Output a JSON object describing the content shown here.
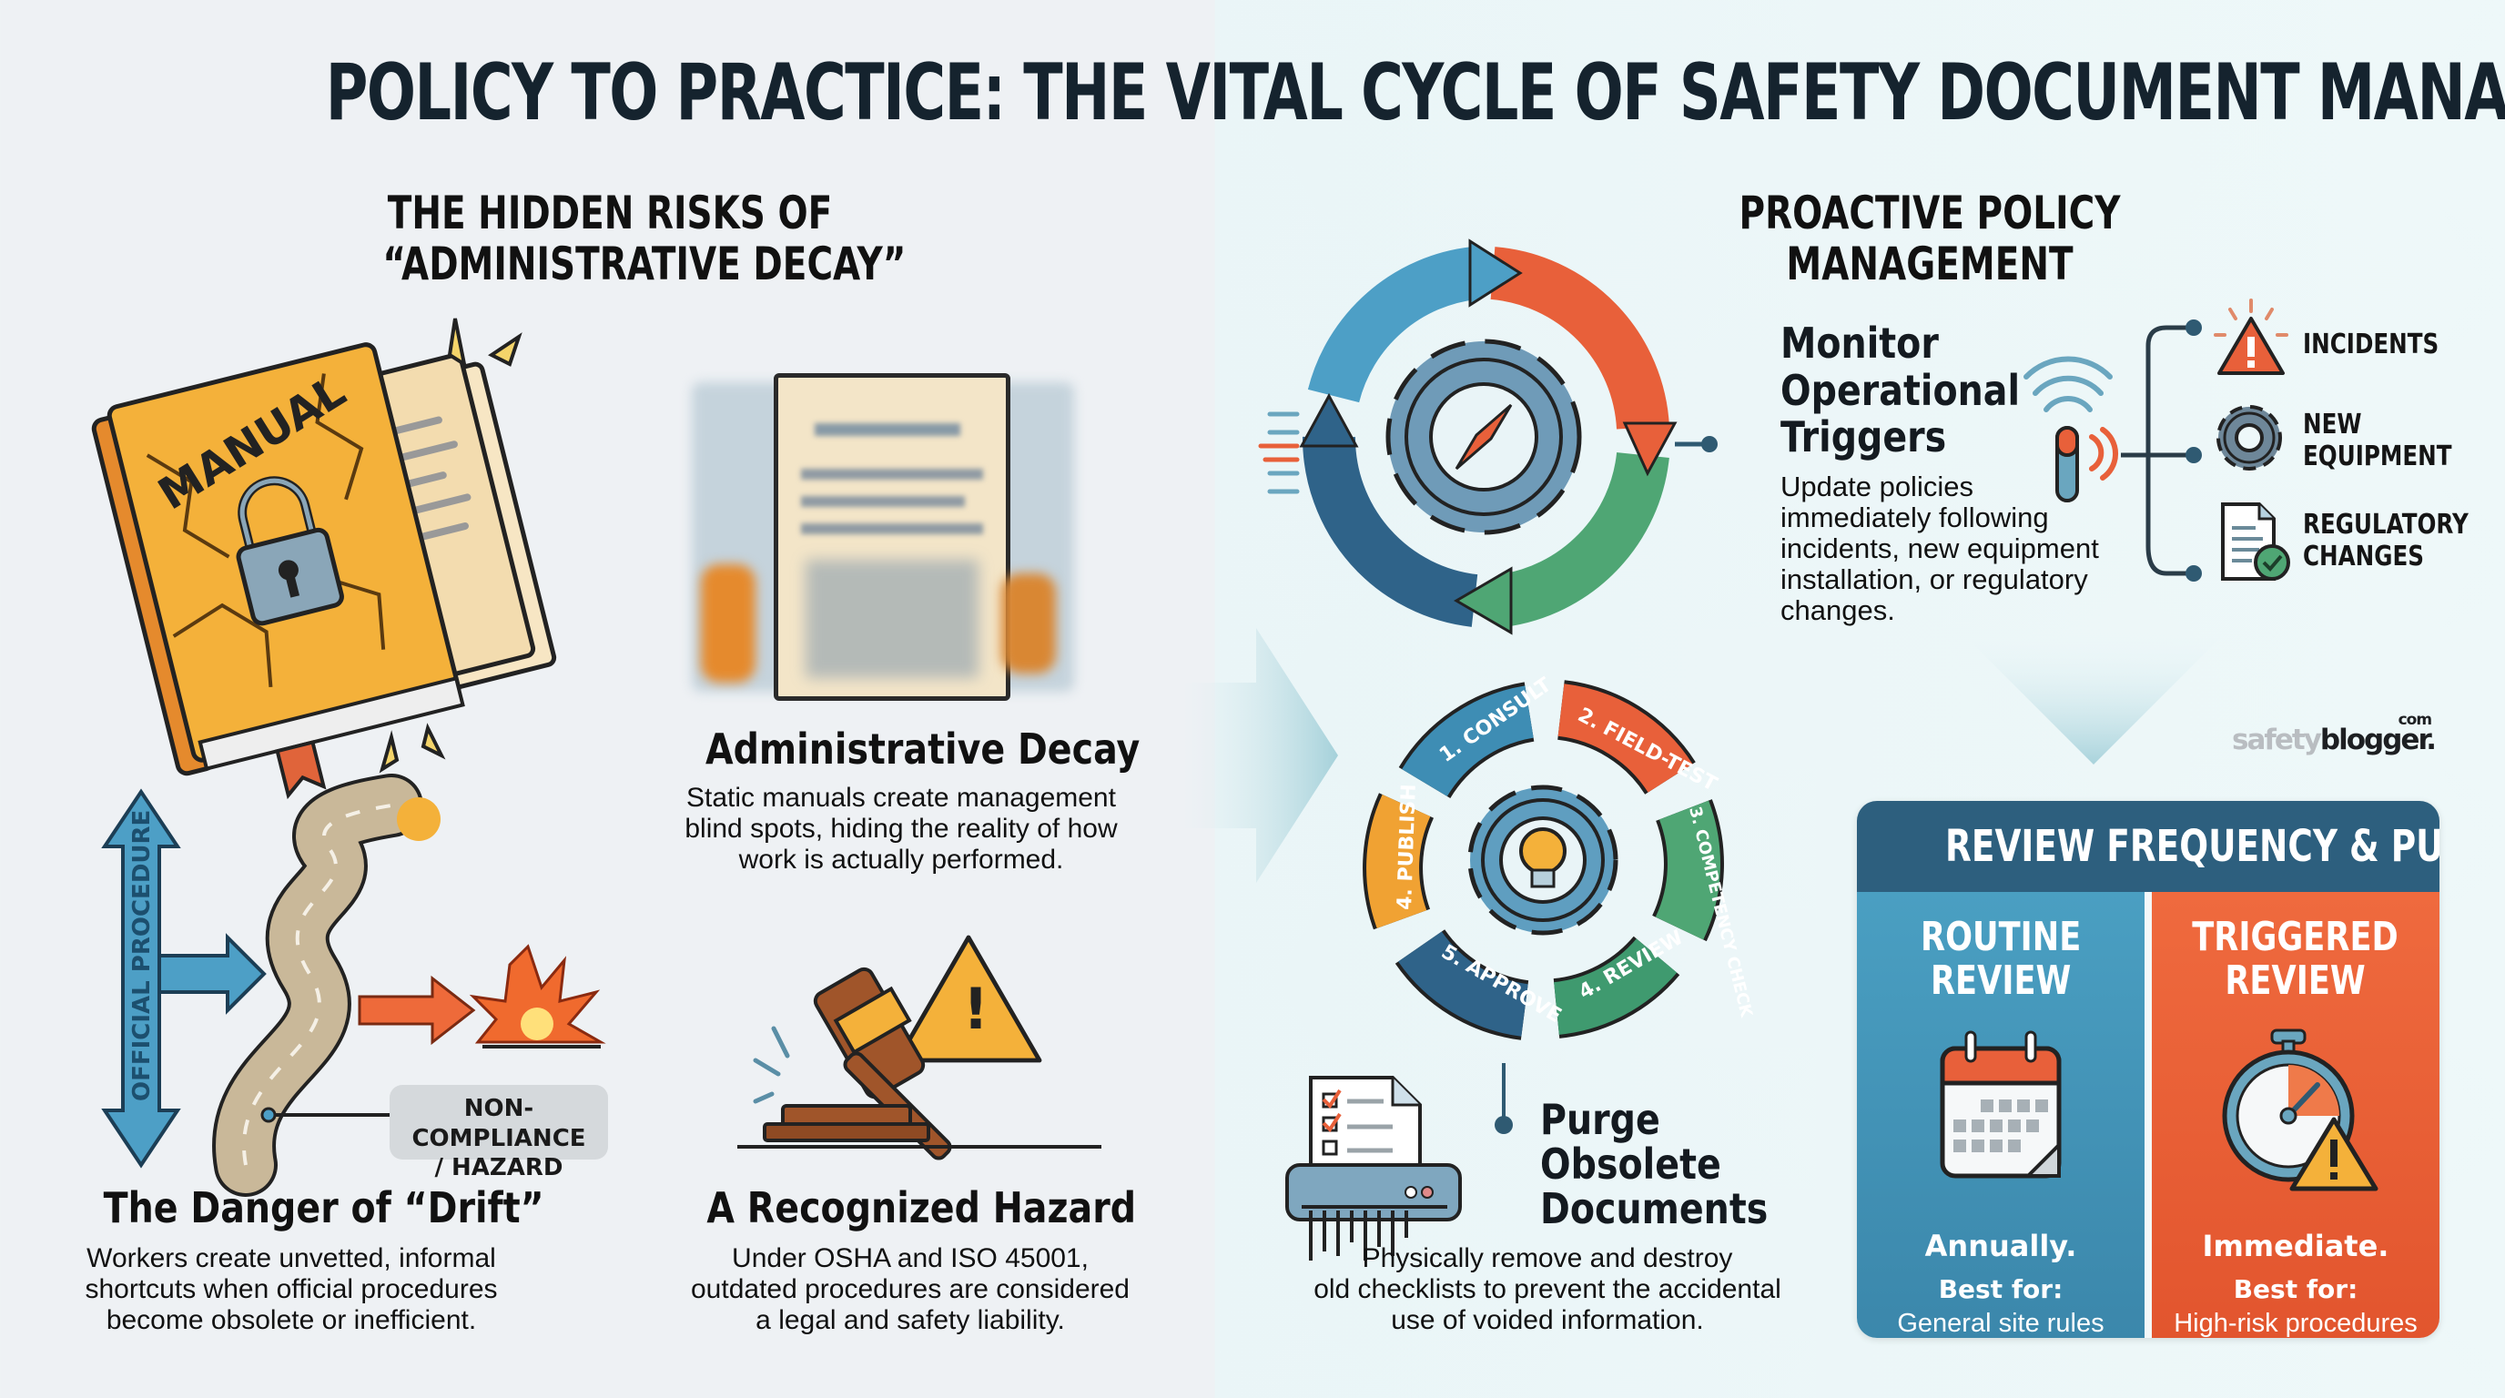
{
  "title": "POLICY TO PRACTICE: THE VITAL CYCLE OF SAFETY DOCUMENT MANAGEMENT",
  "left_panel": {
    "section_title_line1": "THE HIDDEN RISKS OF",
    "section_title_line2": "“ADMINISTRATIVE DECAY”",
    "manual_illustration": {
      "book_label": "MANUAL"
    },
    "administrative_decay": {
      "heading": "Administrative Decay",
      "body": "Static manuals create management\nblind spots, hiding the reality of how\nwork is actually performed."
    },
    "drift": {
      "arrow_label": "OFFICIAL PROCEDURE",
      "callout": "NON-COMPLIANCE\n/ HAZARD",
      "heading": "The Danger of “Drift”",
      "body": "Workers create unvetted, informal\nshortcuts when official procedures\nbecome obsolete or inefficient."
    },
    "recognized_hazard": {
      "heading": "A Recognized Hazard",
      "body": "Under OSHA and ISO 45001,\noutdated procedures are considered\na legal and safety liability."
    }
  },
  "right_panel": {
    "section_title_line1": "PROACTIVE POLICY",
    "section_title_line2": "MANAGEMENT",
    "monitor": {
      "heading_line1": "Monitor",
      "heading_line2": "Operational",
      "heading_line3": "Triggers",
      "body": "Update policies\nimmediately following\nincidents, new equipment\ninstallation, or regulatory\nchanges."
    },
    "triggers": [
      {
        "label": "INCIDENTS",
        "icon": "warning-triangle-icon"
      },
      {
        "label": "NEW\nEQUIPMENT",
        "icon": "gear-icon"
      },
      {
        "label": "REGULATORY\nCHANGES",
        "icon": "document-check-icon"
      }
    ],
    "cycle_steps": [
      {
        "label": "1. CONSULT",
        "color": "#3e8db4"
      },
      {
        "label": "2. FIELD-TEST",
        "color": "#e8603a"
      },
      {
        "label": "3. COMPETENCY CHECK",
        "color": "#4fa674"
      },
      {
        "label": "4. REVIEW",
        "color": "#3f9a6f"
      },
      {
        "label": "5. APPROVE",
        "color": "#2f6389"
      },
      {
        "label": "4. PUBLISH",
        "color": "#f0a233"
      }
    ],
    "purge": {
      "heading_line1": "Purge",
      "heading_line2": "Obsolete",
      "heading_line3": "Documents",
      "body": "Physically remove and destroy\nold checklists to prevent the accidental\nuse of voided information."
    },
    "logo": {
      "part1": "safety",
      "part2": "blogger.",
      "suffix": "com"
    },
    "review_card": {
      "title": "REVIEW FREQUENCY & PURPOSE",
      "routine": {
        "title": "ROUTINE\nREVIEW",
        "frequency": "Annually.",
        "best_for_label": "Best for:",
        "best_for": "General site rules\nand corporate\npolicies."
      },
      "triggered": {
        "title": "TRIGGERED\nREVIEW",
        "frequency": "Immediate.",
        "best_for_label": "Best for:",
        "best_for": "High-risk procedures\nlike LOTO and\nConfined Space."
      }
    }
  },
  "colors": {
    "title": "#15232e",
    "blue": "#3e8db4",
    "dark_blue": "#2d5f7e",
    "orange": "#e8603a",
    "green": "#4fa674",
    "amber": "#f0a233",
    "book": "#f2b134"
  }
}
